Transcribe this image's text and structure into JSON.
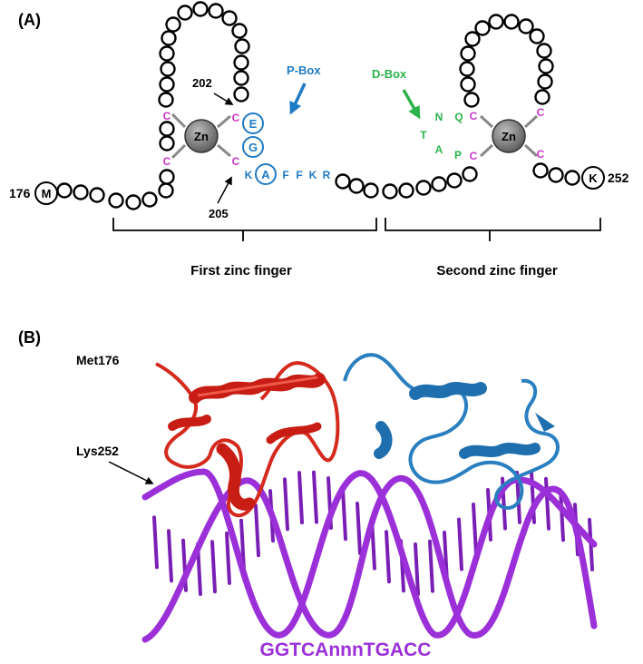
{
  "panel_a": {
    "label": "(A)",
    "zinc_label": "Zn",
    "cys": "C",
    "start_number": "176",
    "start_residue": "M",
    "end_number": "252",
    "end_residue": "K",
    "marker_202": "202",
    "marker_205": "205",
    "pbox_label": "P-Box",
    "pbox_circled": [
      "E",
      "G",
      "A"
    ],
    "pbox_k": "K",
    "pbox_tail": [
      "F",
      "F",
      "K",
      "R"
    ],
    "dbox_label": "D-Box",
    "dbox_letters": [
      "N",
      "T",
      "A",
      "P",
      "Q"
    ],
    "first_finger_label": "First zinc finger",
    "second_finger_label": "Second zinc finger",
    "colors": {
      "cysteine": "#cc33cc",
      "pbox": "#1f7ac4",
      "dbox": "#2bb24c",
      "zinc": "#7a7a7a"
    }
  },
  "panel_b": {
    "label": "(B)",
    "met_label": "Met176",
    "lys_label": "Lys252",
    "dna_sequence": "GGTCAnnnTGACC",
    "colors": {
      "first_finger": "#d42a1e",
      "second_finger": "#2a7fc0",
      "dna": "#9b30d9"
    }
  }
}
